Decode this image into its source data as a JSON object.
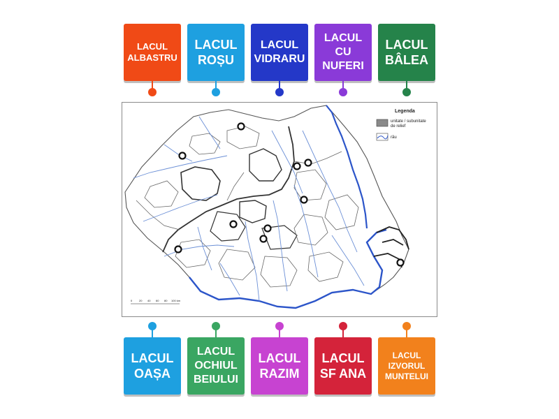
{
  "map": {
    "legend": {
      "title": "Legenda",
      "relief_label_1": "unitate / subunitate",
      "relief_label_2": "de  relief",
      "rivers_label": "râu"
    },
    "scale": [
      "0",
      "20",
      "40",
      "60",
      "80",
      "100 km"
    ]
  },
  "top_labels": [
    {
      "text": "LACUL\nALBASTRU",
      "color": "#f04a16",
      "size": "s"
    },
    {
      "text": "LACUL\nROȘU",
      "color": "#1ea0e0",
      "size": "l"
    },
    {
      "text": "LACUL\nVIDRARU",
      "color": "#2438c8",
      "size": "m"
    },
    {
      "text": "LACUL\nCU\nNUFERI",
      "color": "#8a3ad8",
      "size": "m"
    },
    {
      "text": "LACUL\nBÂLEA",
      "color": "#25834a",
      "size": "l"
    }
  ],
  "bottom_labels": [
    {
      "text": "LACUL\nOAȘA",
      "color": "#1ea0e0",
      "size": "l"
    },
    {
      "text": "LACUL\nOCHIUL\nBEIULUI",
      "color": "#3aa662",
      "size": "m"
    },
    {
      "text": "LACUL\nRAZIM",
      "color": "#c743d1",
      "size": "l"
    },
    {
      "text": "LACUL\nSF ANA",
      "color": "#d4233a",
      "size": "l"
    },
    {
      "text": "LACUL\nIZVORUL\nMUNTELUI",
      "color": "#f2811c",
      "size": "xs"
    }
  ]
}
